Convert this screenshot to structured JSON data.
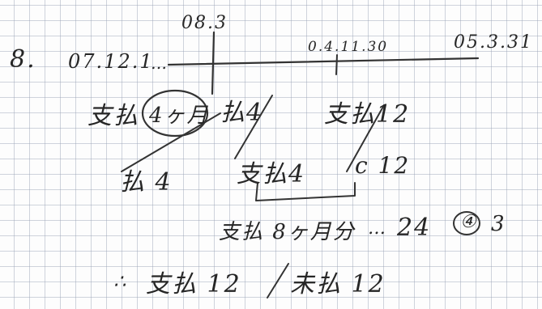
{
  "notes": {
    "item_number": "8.",
    "start_date": "07.12.1",
    "ellipsis": "…",
    "timeline": {
      "mark_1": "08.3",
      "mark_2": "0.4.11.30",
      "mark_end": "05.3.31"
    },
    "row1": {
      "text_a_prefix": "支払",
      "text_a_circled": "4ヶ月",
      "text_b": "払4",
      "text_c": "支払12"
    },
    "row2": {
      "text_a": "払 4",
      "text_b": "支払4",
      "text_c": "c 12"
    },
    "row3": {
      "text": "支払 8ヶ月分",
      "dots": "…",
      "value": "24",
      "circled": "④",
      "suffix": "3"
    },
    "row4": {
      "prefix": "∴",
      "text_a": "支払 12",
      "text_b": "未払 12"
    }
  }
}
